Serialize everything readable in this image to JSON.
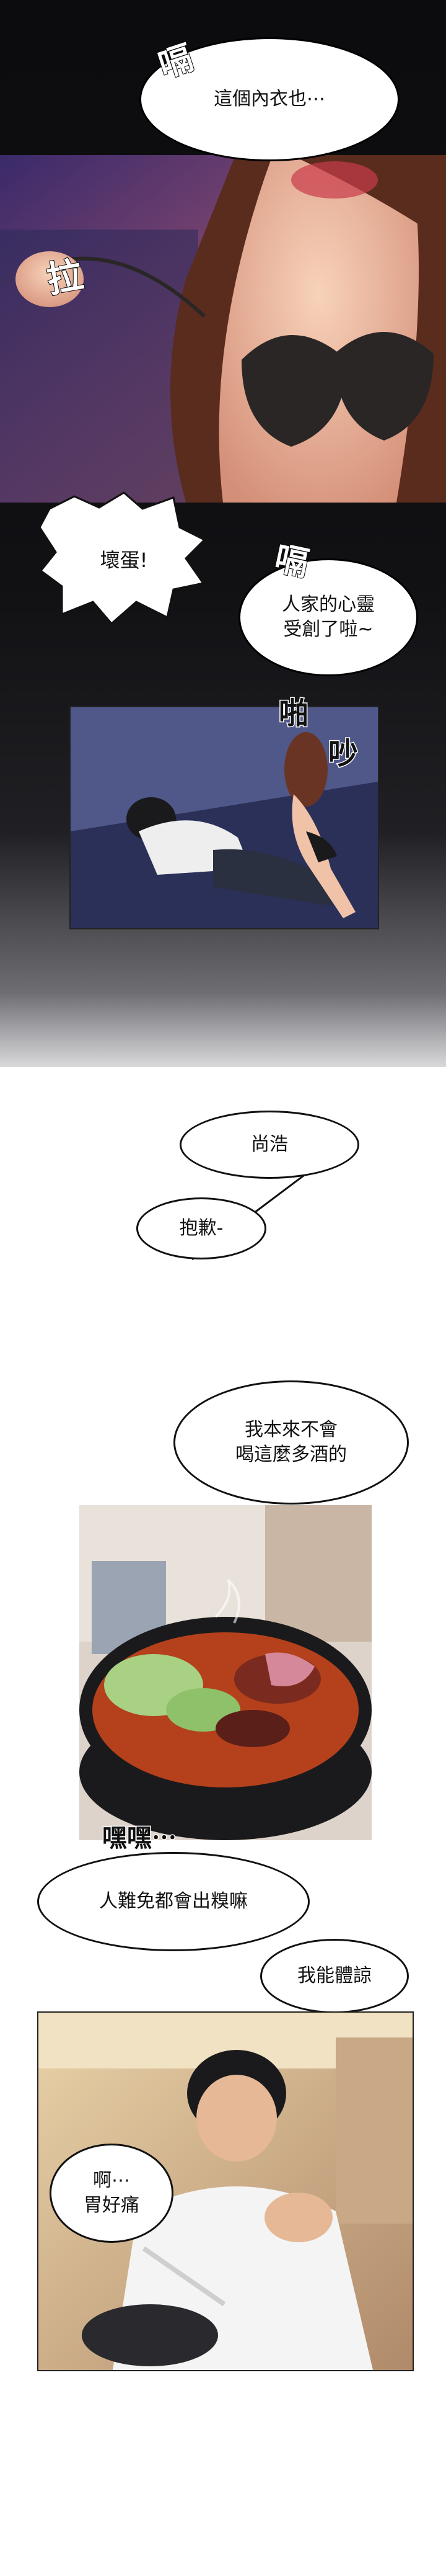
{
  "panels": {
    "p1": {
      "sfx": "嗝",
      "bubble": "這個內衣也⋯",
      "sfx2": "拉"
    },
    "p2": {
      "shout": "壞蛋!",
      "sfx": "嗝",
      "bubble": "人家的心靈\n受創了啦~",
      "sfx2": "啪",
      "sfx3": "吵"
    },
    "p3": {
      "bubble_a": "尚浩",
      "bubble_b": "抱歉-"
    },
    "p4": {
      "bubble": "我本來不會\n喝這麼多酒的",
      "sfx": "嘿嘿⋯",
      "bubble_b": "人難免都會出糗嘛",
      "bubble_c": "我能體諒"
    },
    "p5": {
      "bubble": "啊⋯\n胃好痛"
    }
  },
  "colors": {
    "night_bg": "#0e0e12",
    "skin": "#f0c2a8",
    "bra": "#2a2626",
    "hair": "#5a2c1e",
    "soup": "#b4411c",
    "bowl": "#1a1a1c"
  }
}
